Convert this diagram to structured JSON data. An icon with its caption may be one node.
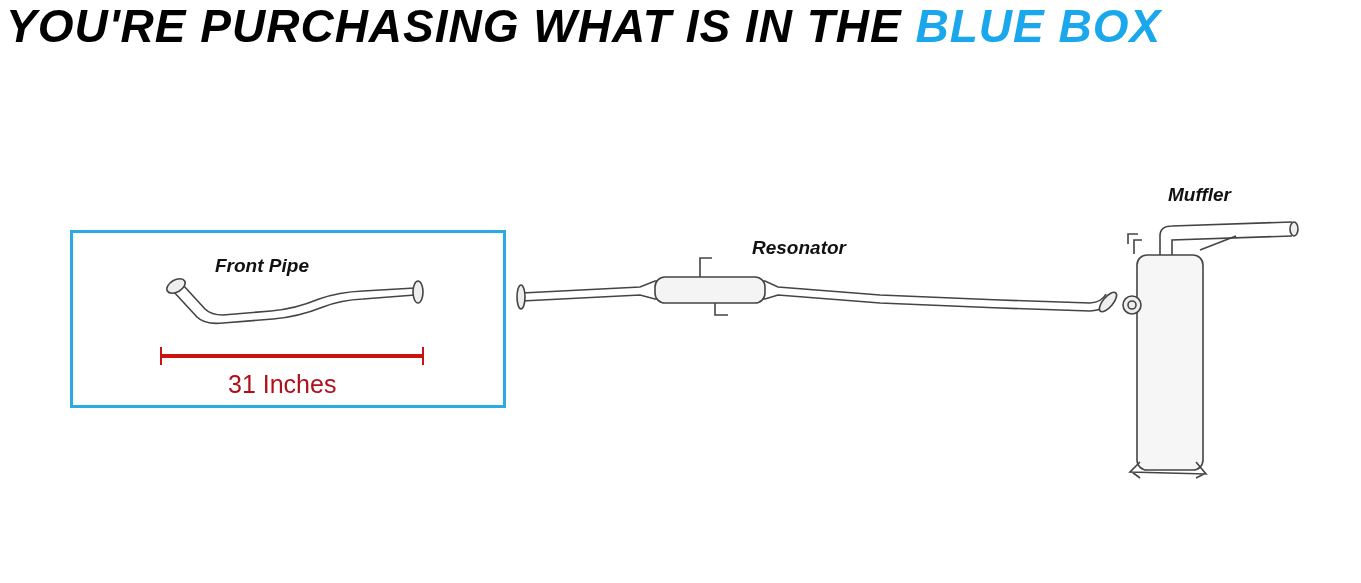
{
  "diagram": {
    "title": "YOU'RE PURCHASING WHAT IS IN THE BLUE BOX",
    "nodes": [
      {
        "text": [
          "Front Pipe"
        ]
      }
    ],
    "labels": [
      "Muffler",
      "Resonator",
      "31 Inches"
    ]
  }
}
